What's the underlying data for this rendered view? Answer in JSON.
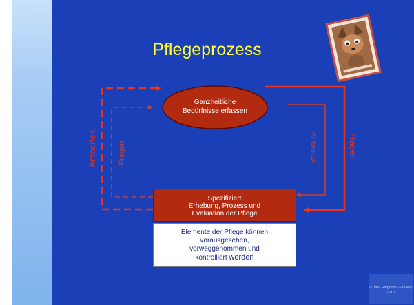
{
  "slide": {
    "title": "Pflegeprozess",
    "ellipse_line1": "Ganzheitliche",
    "ellipse_line2": "Bedürfnisse erfassen",
    "box_red_line1": "Spezifiziert",
    "box_red_line2": "Erhebung, Prozess und",
    "box_red_line3": "Evaluation der Pflege",
    "box_white_line1": "Elemente der Pflege können",
    "box_white_line2": "vorausgesehen,",
    "box_white_line3": "vorweggenommen und",
    "box_white_line4a": "kontrolliert ",
    "box_white_line4b": "werden",
    "label_antworten_left": "Antworten",
    "label_fragen_left": "Fragen",
    "label_antworten_right": "Antworten",
    "label_fragen_right": "Fragen",
    "footer_line1": "© Irma Hinghofer-Szalkay",
    "footer_line2": "2010"
  },
  "colors": {
    "background": "#1a3fb6",
    "title": "#ffff33",
    "arrow_red": "#e8321c",
    "ellipse_fill": "#b22b10",
    "box_red": "#b22b10"
  },
  "icons": {
    "corner_picture": "cartoon-dog-card-icon"
  }
}
